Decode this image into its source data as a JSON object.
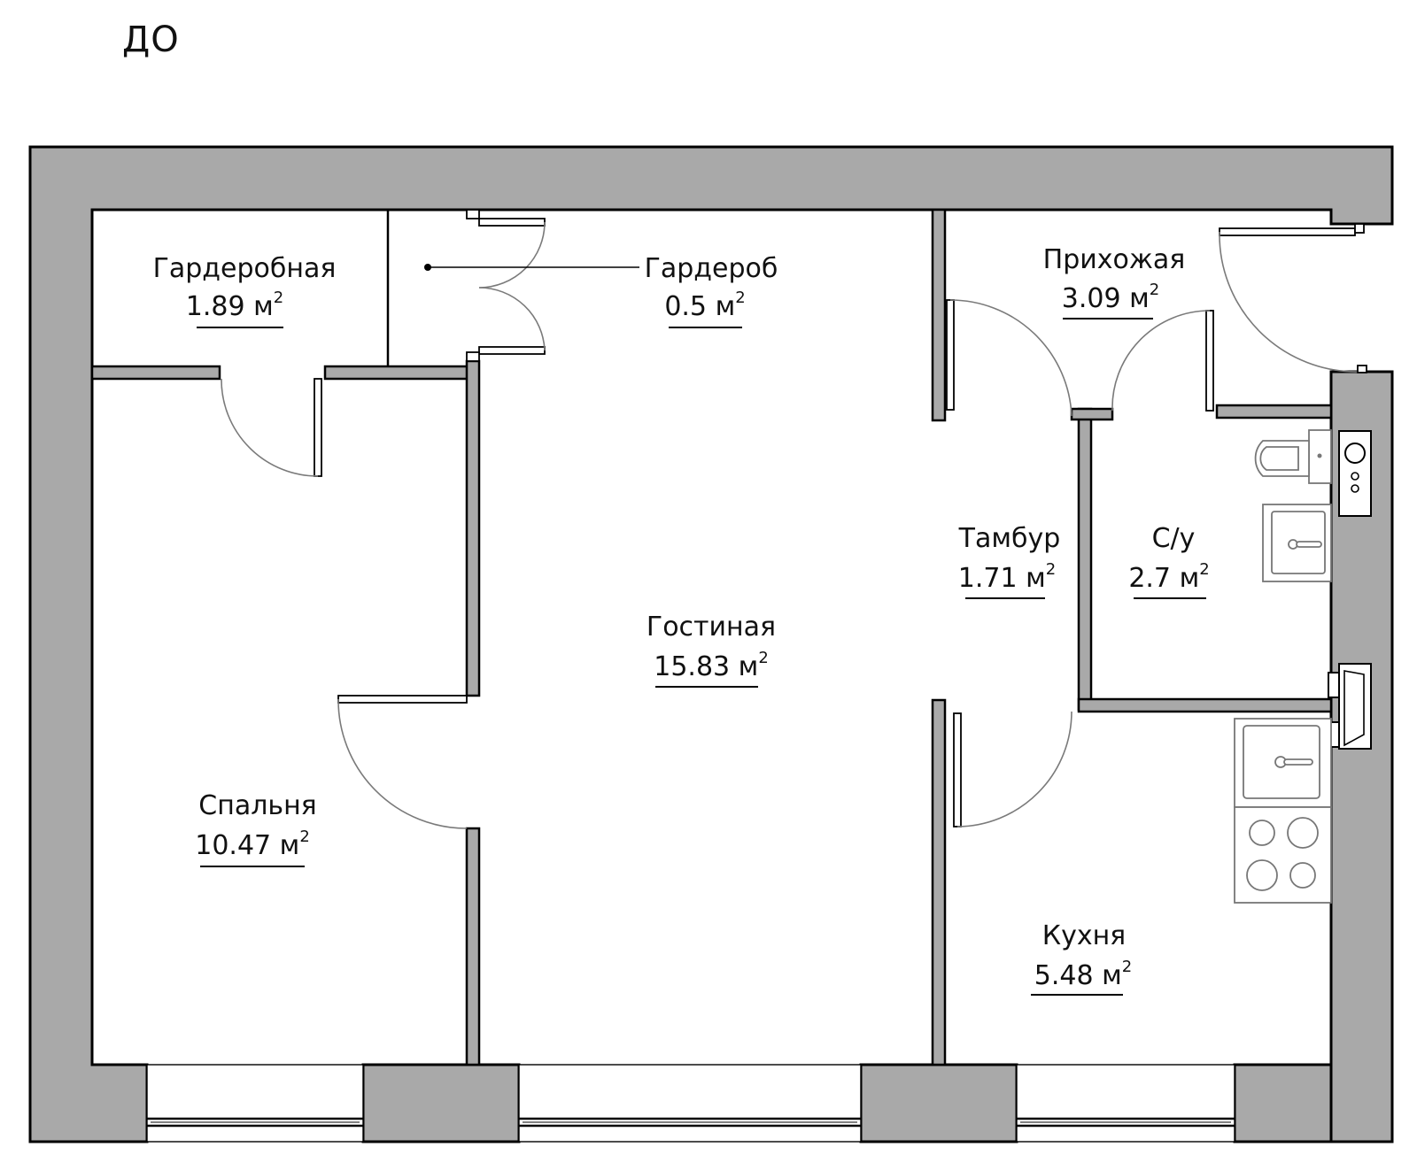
{
  "heading": "ДО",
  "rooms": [
    {
      "id": "walkin",
      "name": "Гардеробная",
      "area": "1.89",
      "unit": "м",
      "sup": "2"
    },
    {
      "id": "wardrobe",
      "name": "Гардероб",
      "area": "0.5",
      "unit": "м",
      "sup": "2"
    },
    {
      "id": "hall",
      "name": "Прихожая",
      "area": "3.09",
      "unit": "м",
      "sup": "2"
    },
    {
      "id": "vestibule",
      "name": "Тамбур",
      "area": "1.71",
      "unit": "м",
      "sup": "2"
    },
    {
      "id": "wc",
      "name": "С/у",
      "area": "2.7",
      "unit": "м",
      "sup": "2"
    },
    {
      "id": "living",
      "name": "Гостиная",
      "area": "15.83",
      "unit": "м",
      "sup": "2"
    },
    {
      "id": "bedroom",
      "name": "Спальня",
      "area": "10.47",
      "unit": "м",
      "sup": "2"
    },
    {
      "id": "kitchen",
      "name": "Кухня",
      "area": "5.48",
      "unit": "м",
      "sup": "2"
    }
  ]
}
